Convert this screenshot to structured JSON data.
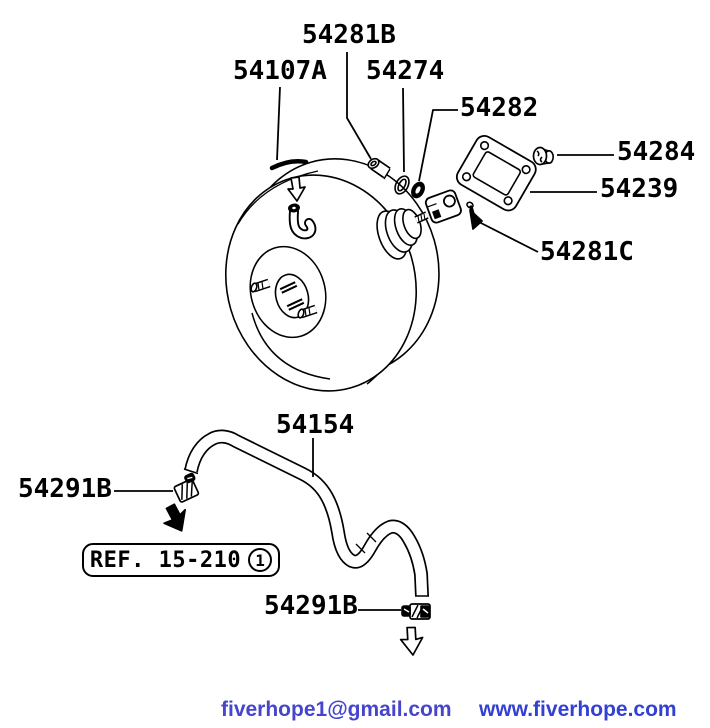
{
  "parts": [
    {
      "id": "54281B",
      "text": "54281B"
    },
    {
      "id": "54107A",
      "text": "54107A"
    },
    {
      "id": "54274",
      "text": "54274"
    },
    {
      "id": "54282",
      "text": "54282"
    },
    {
      "id": "54284",
      "text": "54284"
    },
    {
      "id": "54239",
      "text": "54239"
    },
    {
      "id": "54281C",
      "text": "54281C"
    },
    {
      "id": "54154",
      "text": "54154"
    },
    {
      "id": "54291B-upper",
      "text": "54291B"
    },
    {
      "id": "54291B-lower",
      "text": "54291B"
    }
  ],
  "ref_box": {
    "label": "REF. 15-210",
    "circled_number": "1"
  },
  "footer": {
    "email": "fiverhope1@gmail.com",
    "website": "www.fiverhope.com",
    "email_color": "#4645cc",
    "website_color": "#3340d4"
  },
  "colors": {
    "line": "#000000",
    "background": "#ffffff"
  }
}
